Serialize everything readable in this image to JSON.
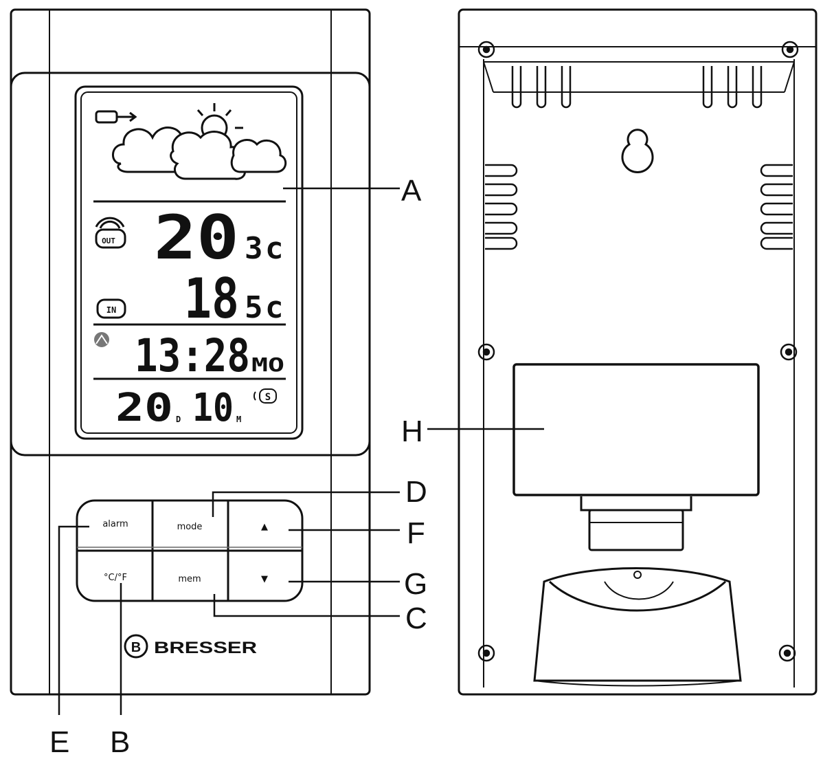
{
  "colors": {
    "ink": "#111111",
    "paper": "#ffffff"
  },
  "display": {
    "forecast_icon": "partly-cloudy-icon",
    "outdoor": {
      "value": "20",
      "decimal": "3",
      "unit": "c",
      "badge": "OUT"
    },
    "indoor": {
      "value": "18",
      "decimal": "5",
      "unit": "c",
      "badge": "IN"
    },
    "time": {
      "value": "13:28",
      "suffix": "MO"
    },
    "date": {
      "day": "20",
      "day_unit": "D",
      "month": "10",
      "month_unit": "M",
      "symbol": "S"
    }
  },
  "buttons": {
    "alarm": "alarm",
    "mode": "mode",
    "up": "▲",
    "unit": "°C/°F",
    "mem": "mem",
    "down": "▼"
  },
  "brand": {
    "logo_letter": "B",
    "name": "BRESSER"
  },
  "callouts": {
    "A": "A",
    "B": "B",
    "C": "C",
    "D": "D",
    "E": "E",
    "F": "F",
    "G": "G",
    "H": "H"
  }
}
